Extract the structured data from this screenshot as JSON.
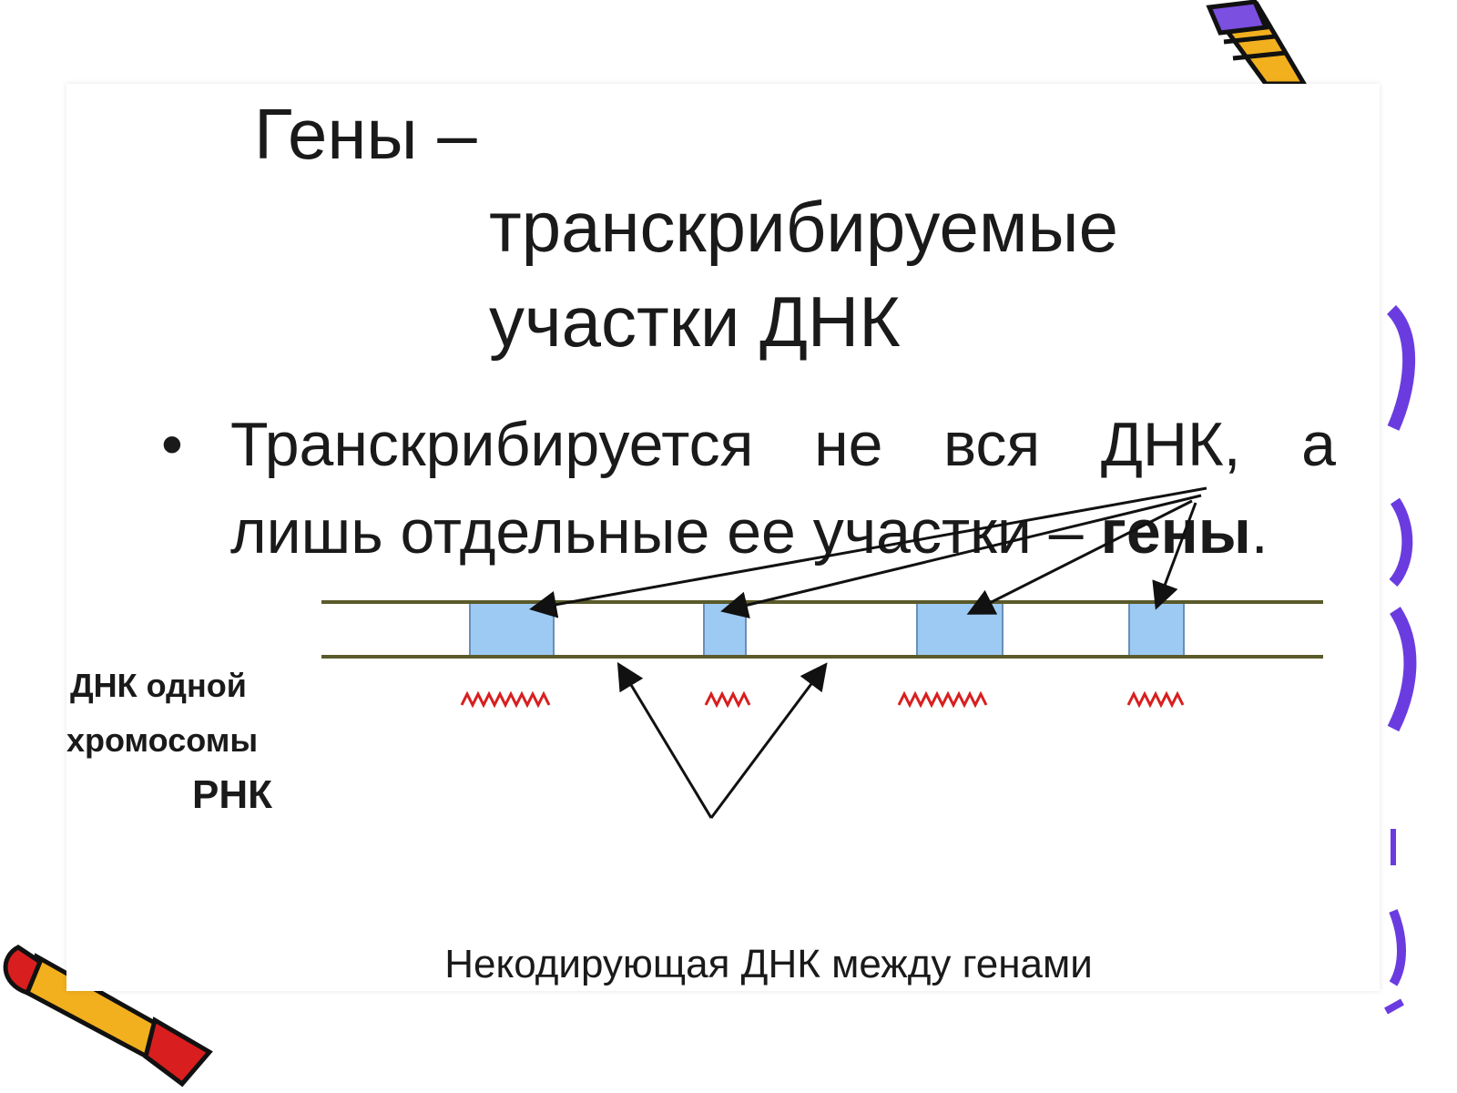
{
  "slide": {
    "title_line1": "Гены –",
    "title_line2": "транскрибируемые",
    "title_line3": "участки ДНК",
    "bullet": {
      "marker": "•",
      "line1_words": [
        "Транскрибируется",
        "не",
        "вся",
        "ДНК,",
        "а"
      ],
      "line2_prefix": "лишь отдельные ее участки – ",
      "line2_bold": "гены",
      "line2_suffix": "."
    },
    "label_dna_line1": "ДНК одной",
    "label_dna_line2": "хромосомы",
    "label_rna": "РНК",
    "caption": "Некодирующая ДНК между генами"
  },
  "colors": {
    "strand": "#5a5a2a",
    "gene_fill": "#9dcaf2",
    "gene_stroke": "#6a8fb8",
    "rna": "#d81e1e",
    "arrow": "#111111"
  }
}
